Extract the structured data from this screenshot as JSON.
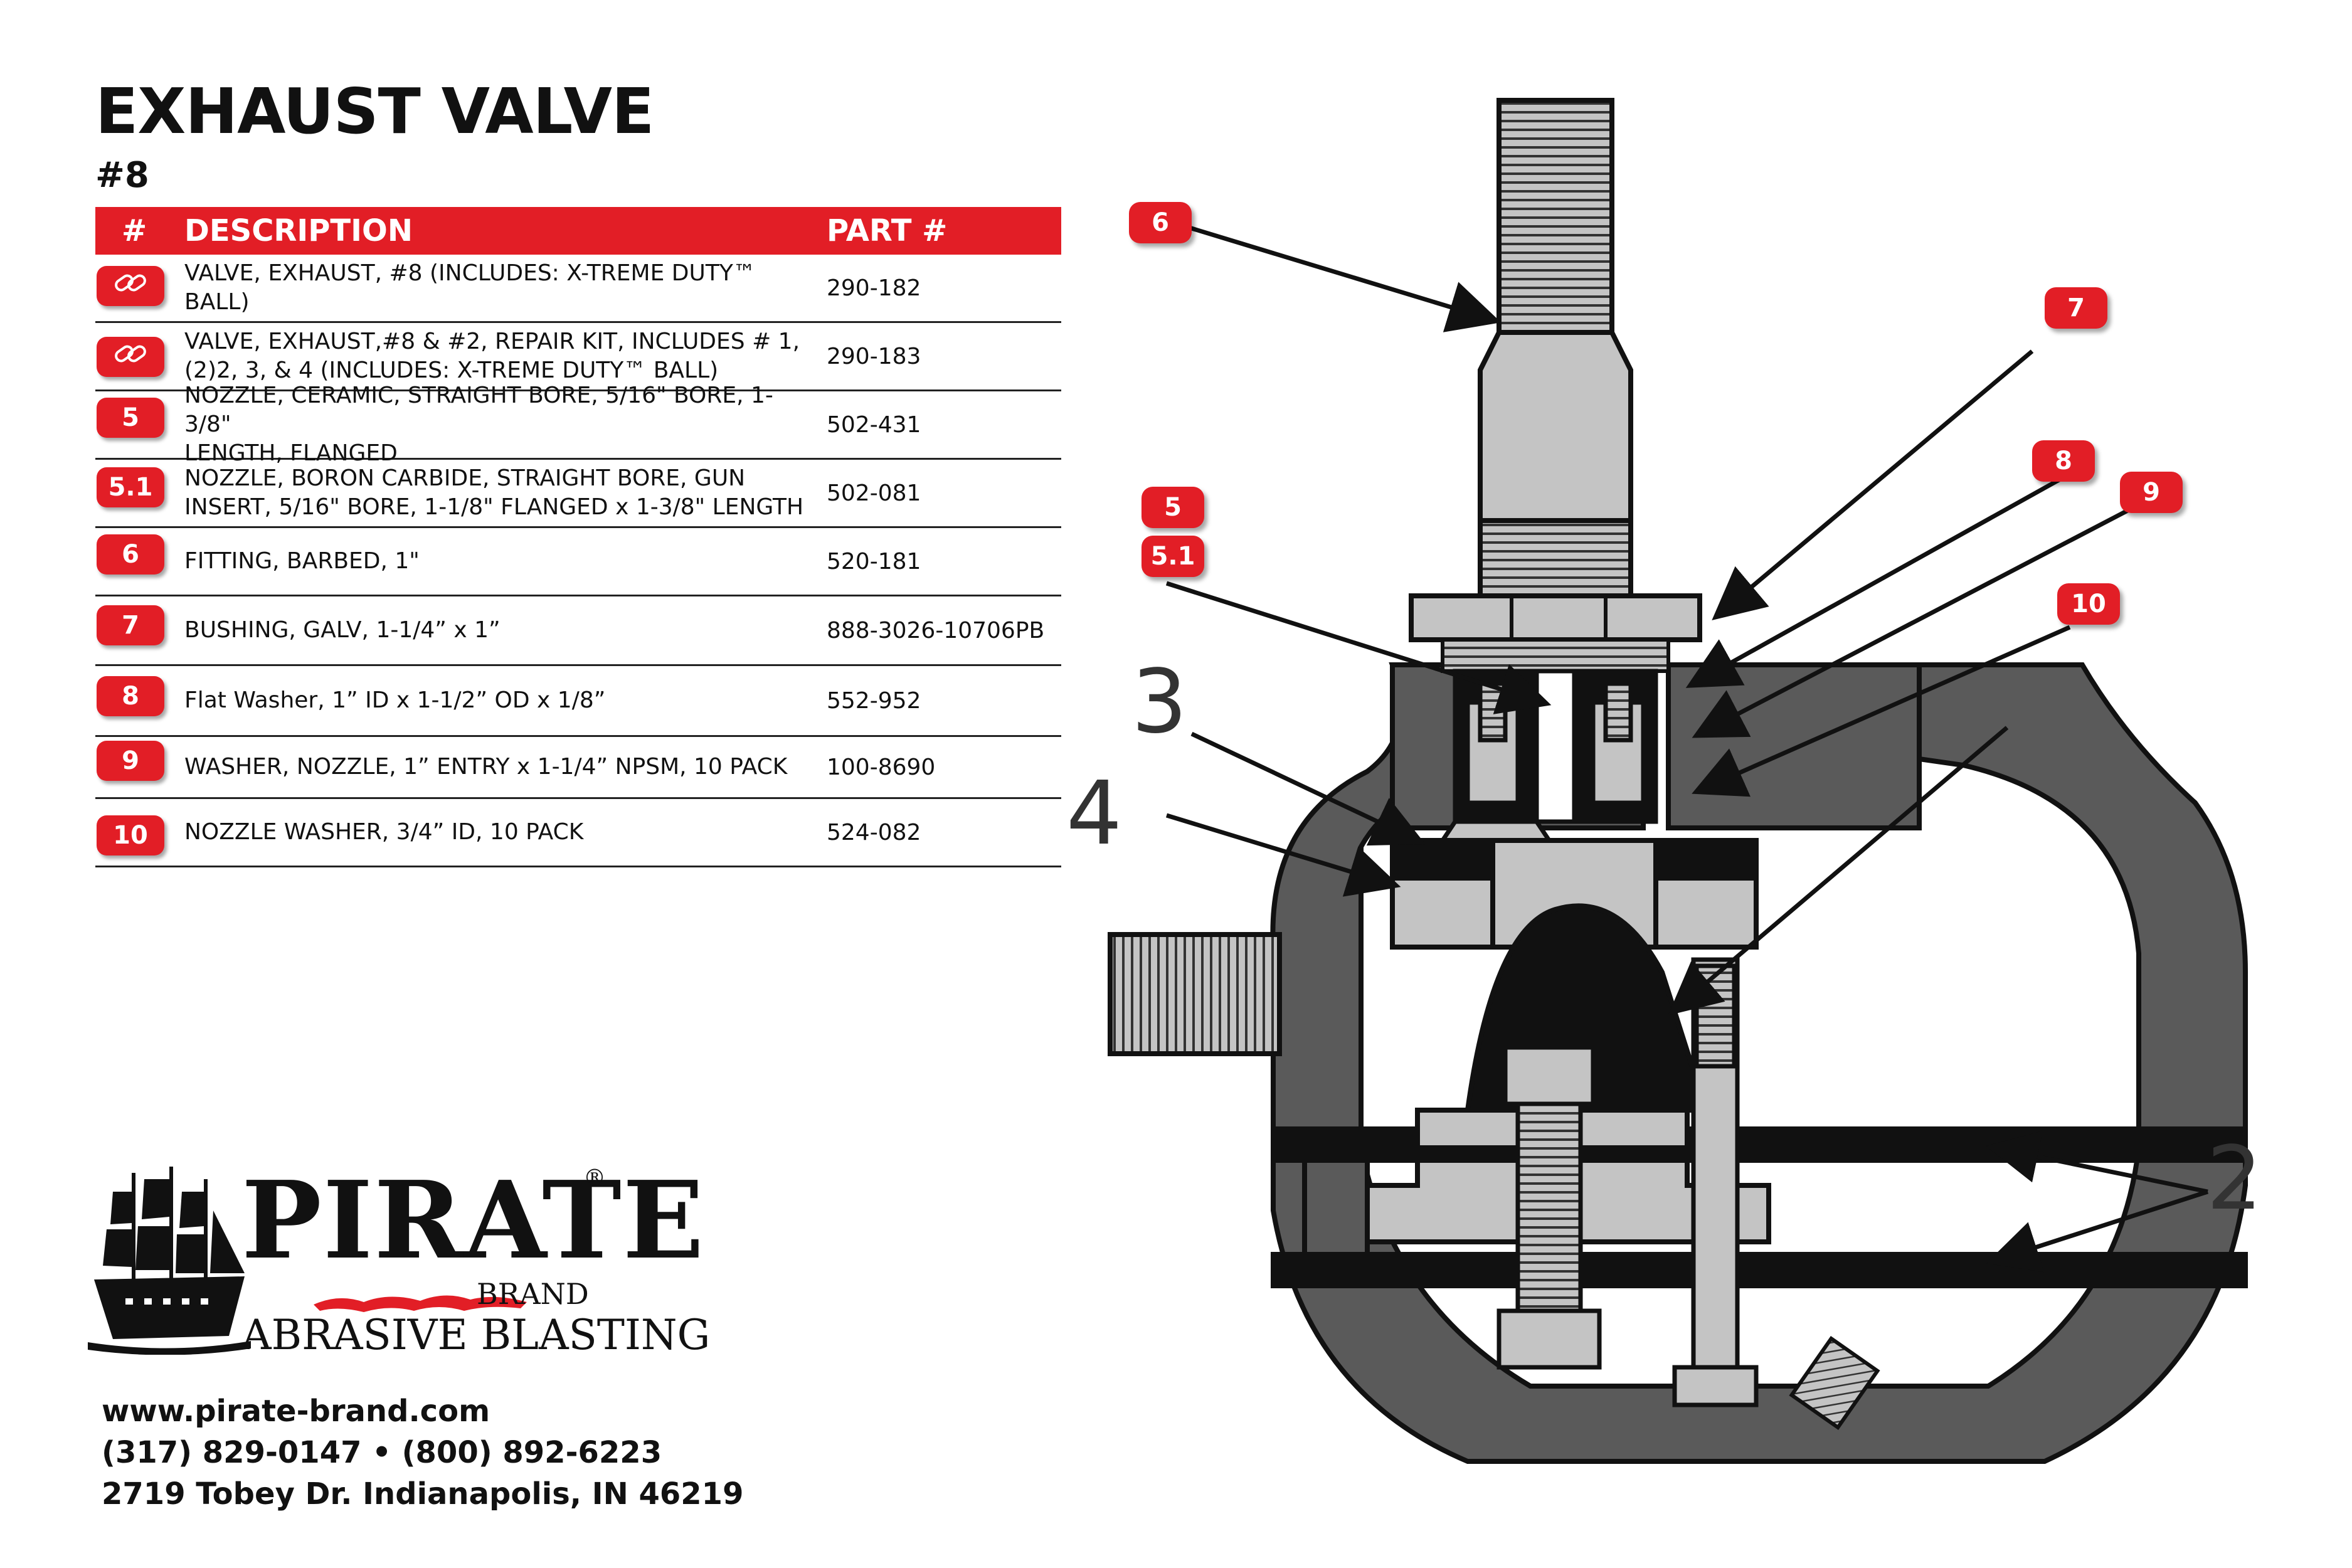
{
  "header": {
    "title": "EXHAUST VALVE",
    "subtitle": "#8"
  },
  "table": {
    "columns": {
      "num": "#",
      "description": "DESCRIPTION",
      "part": "PART #"
    },
    "rows": [
      {
        "badge": "",
        "icon": "link-icon",
        "lines": [
          "VALVE, EXHAUST, #8 (INCLUDES: X-TREME DUTY™ BALL)"
        ],
        "part": "290-182"
      },
      {
        "badge": "",
        "icon": "link-icon",
        "lines": [
          "VALVE, EXHAUST,#8 & #2, REPAIR KIT, INCLUDES # 1,",
          "(2)2, 3, & 4 (INCLUDES: X-TREME DUTY™ BALL)"
        ],
        "part": "290-183"
      },
      {
        "badge": "5",
        "lines": [
          "NOZZLE, CERAMIC, STRAIGHT BORE, 5/16\" BORE, 1-3/8\"",
          "LENGTH, FLANGED"
        ],
        "part": "502-431"
      },
      {
        "badge": "5.1",
        "lines": [
          "NOZZLE, BORON CARBIDE, STRAIGHT BORE, GUN",
          "INSERT, 5/16\" BORE, 1-1/8\" FLANGED x 1-3/8\" LENGTH"
        ],
        "part": "502-081"
      },
      {
        "badge": "6",
        "lines": [
          "FITTING, BARBED, 1\""
        ],
        "part": "520-181"
      },
      {
        "badge": "7",
        "lines": [
          "BUSHING, GALV, 1-1/4” x 1”"
        ],
        "part": "888-3026-10706PB"
      },
      {
        "badge": "8",
        "lines": [
          "Flat Washer, 1” ID x 1-1/2” OD x 1/8”"
        ],
        "part": "552-952"
      },
      {
        "badge": "9",
        "lines": [
          "WASHER, NOZZLE, 1” ENTRY x 1-1/4” NPSM, 10 PACK"
        ],
        "part": "100-8690"
      },
      {
        "badge": "10",
        "lines": [
          "NOZZLE WASHER, 3/4” ID, 10 PACK"
        ],
        "part": "524-082"
      }
    ]
  },
  "logo": {
    "name": "PIRATE",
    "registered": "®",
    "brand": "BRAND",
    "tagline": "ABRASIVE BLASTING"
  },
  "contact": {
    "website": "www.pirate-brand.com",
    "phones": "(317) 829-0147 • (800) 892-6223",
    "address": "2719 Tobey Dr. Indianapolis, IN 46219"
  },
  "diagram": {
    "callouts": [
      "6",
      "7",
      "8",
      "9",
      "10",
      "5",
      "5.1"
    ],
    "labels": [
      "3",
      "4",
      "2"
    ],
    "colors": {
      "accent": "#e21e26",
      "body": "#5a5a5a",
      "light": "#c4c4c4",
      "dark": "#111111"
    }
  }
}
